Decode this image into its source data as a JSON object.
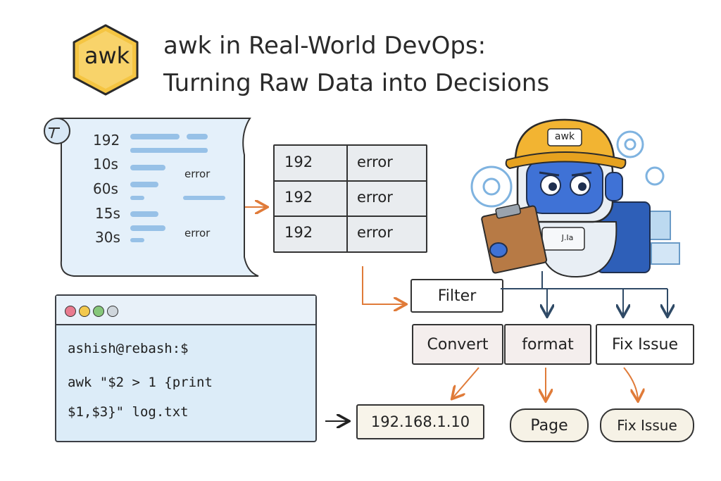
{
  "logo": {
    "text": "awk",
    "icon": "awk-hexagon-logo-icon",
    "color": "#f5c542"
  },
  "title": {
    "line1": "awk in Real-World DevOps:",
    "line2": "Turning Raw Data into Decisions"
  },
  "log": {
    "lines": [
      {
        "value": "192",
        "error": ""
      },
      {
        "value": "10s",
        "error": "error"
      },
      {
        "value": "60s",
        "error": ""
      },
      {
        "value": "15s",
        "error": ""
      },
      {
        "value": "30s",
        "error": "error"
      }
    ]
  },
  "table": {
    "rows": [
      {
        "col1": "192",
        "col2": "error"
      },
      {
        "col1": "192",
        "col2": "error"
      },
      {
        "col1": "192",
        "col2": "error"
      }
    ]
  },
  "robot": {
    "hat_label": "awk",
    "badge_text": "J.Ia",
    "icon": "robot-mascot-icon"
  },
  "terminal": {
    "prompt": "ashish@rebash:$",
    "command_line1": "awk  \"$2 > 1 {print",
    "command_line2": "$1,$3}\"  log.txt",
    "dot_colors": [
      "#e97b8f",
      "#f3c94e",
      "#86c77a",
      "#cfd6dc"
    ]
  },
  "pipeline": {
    "filter": "Filter",
    "convert": "Convert",
    "format": "format",
    "fix_issue": "Fix Issue"
  },
  "outputs": {
    "ip": "192.168.1.10",
    "page": "Page",
    "fix_issue": "Fix Issue"
  },
  "colors": {
    "accent_arrow": "#e07b39",
    "dark_arrow": "#2f4a66",
    "blue": "#4a7fd8"
  }
}
